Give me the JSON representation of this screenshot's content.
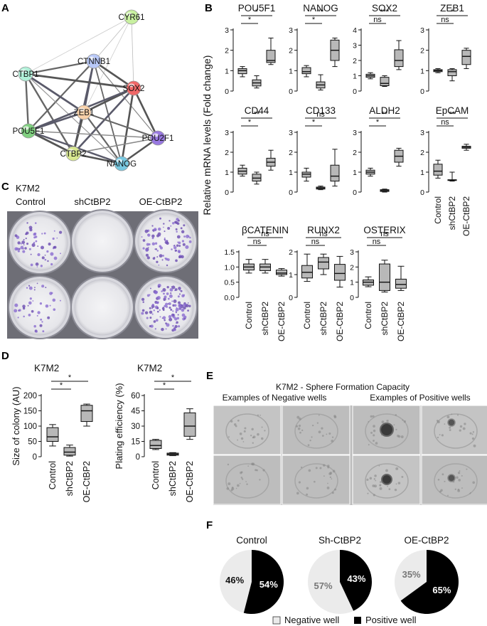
{
  "panel_letters": [
    "A",
    "B",
    "C",
    "D",
    "E",
    "F"
  ],
  "network": {
    "nodes": [
      {
        "label": "CYR61",
        "color": "#c8f0a0"
      },
      {
        "label": "CTNNB1",
        "color": "#b8c8f8"
      },
      {
        "label": "CTBP1",
        "color": "#b0f0d8"
      },
      {
        "label": "SOX2",
        "color": "#f06868"
      },
      {
        "label": "ZEB1",
        "color": "#f8d0a8"
      },
      {
        "label": "POU5F1",
        "color": "#80d080"
      },
      {
        "label": "POU2F1",
        "color": "#9878e0"
      },
      {
        "label": "CTBP2",
        "color": "#d8e890"
      },
      {
        "label": "NANOG",
        "color": "#78c8e0"
      }
    ]
  },
  "panel_b": {
    "ylabel": "Relative mRNA levels (Fold change)",
    "groups": [
      "Control",
      "shCtBP2",
      "OE-CtBP2"
    ],
    "genes": [
      {
        "name": "POU5F1",
        "yticks": [
          "0",
          "1",
          "2",
          "3"
        ],
        "ymax": 3,
        "sig": [
          "*",
          "*"
        ],
        "boxes": [
          [
            0.7,
            0.85,
            1.0,
            1.1,
            1.2
          ],
          [
            0.15,
            0.25,
            0.4,
            0.55,
            0.75
          ],
          [
            1.3,
            1.4,
            1.5,
            2.0,
            2.6
          ]
        ]
      },
      {
        "name": "NANOG",
        "yticks": [
          "0",
          "1",
          "2",
          "3"
        ],
        "ymax": 3,
        "sig": [
          "**",
          "*"
        ],
        "boxes": [
          [
            0.7,
            0.85,
            0.95,
            1.15,
            1.25
          ],
          [
            0.05,
            0.15,
            0.3,
            0.45,
            0.8
          ],
          [
            1.2,
            1.5,
            2.0,
            2.5,
            2.6
          ]
        ]
      },
      {
        "name": "SOX2",
        "yticks": [
          "0",
          "1",
          "2",
          "3",
          "4"
        ],
        "ymax": 4,
        "sig": [
          "***",
          "ns"
        ],
        "boxes": [
          [
            0.8,
            0.9,
            1.0,
            1.1,
            1.2
          ],
          [
            0.3,
            0.35,
            0.5,
            0.9,
            1.0
          ],
          [
            1.4,
            1.6,
            2.0,
            2.7,
            3.3
          ]
        ]
      },
      {
        "name": "ZEB1",
        "yticks": [
          "0",
          "1",
          "2",
          "3"
        ],
        "ymax": 3,
        "sig": [
          "*",
          "ns"
        ],
        "boxes": [
          [
            0.9,
            0.95,
            1.0,
            1.05,
            1.1
          ],
          [
            0.5,
            0.75,
            0.95,
            1.05,
            1.1
          ],
          [
            1.1,
            1.3,
            1.7,
            2.0,
            2.1
          ]
        ]
      },
      {
        "name": "CD44",
        "yticks": [
          "0",
          "1",
          "2",
          "3"
        ],
        "ymax": 3,
        "sig": [
          "**",
          "*"
        ],
        "boxes": [
          [
            0.8,
            0.9,
            1.05,
            1.2,
            1.35
          ],
          [
            0.4,
            0.55,
            0.7,
            0.9,
            1.0
          ],
          [
            1.1,
            1.3,
            1.5,
            1.7,
            2.1
          ]
        ]
      },
      {
        "name": "CD133",
        "yticks": [
          "0",
          "1",
          "2",
          "3"
        ],
        "ymax": 3,
        "sig": [
          "ns",
          "*"
        ],
        "boxes": [
          [
            0.55,
            0.75,
            0.9,
            1.0,
            1.2
          ],
          [
            0.12,
            0.15,
            0.2,
            0.25,
            0.3
          ],
          [
            0.3,
            0.55,
            0.8,
            1.35,
            2.15
          ]
        ]
      },
      {
        "name": "ALDH2",
        "yticks": [
          "0",
          "1",
          "2",
          "3"
        ],
        "ymax": 3,
        "sig": [
          "**",
          "*"
        ],
        "boxes": [
          [
            0.8,
            0.9,
            1.0,
            1.1,
            1.2
          ],
          [
            0.0,
            0.03,
            0.08,
            0.12,
            0.15
          ],
          [
            1.3,
            1.5,
            1.8,
            2.1,
            2.2
          ]
        ]
      },
      {
        "name": "EpCAM",
        "yticks": [
          "0",
          "1",
          "2",
          "3"
        ],
        "ymax": 3,
        "sig": [
          "**",
          "ns"
        ],
        "boxes": [
          [
            0.7,
            0.85,
            1.05,
            1.4,
            1.6
          ],
          [
            0.55,
            0.58,
            0.6,
            0.62,
            1.0
          ],
          [
            2.1,
            2.2,
            2.25,
            2.3,
            2.4
          ]
        ]
      },
      {
        "name": "βCATENIN",
        "yticks": [
          "0.0",
          "0.5",
          "1.0",
          "1.5"
        ],
        "ymax": 1.5,
        "sig": [
          "ns",
          "ns"
        ],
        "boxes": [
          [
            0.8,
            0.9,
            1.0,
            1.1,
            1.25
          ],
          [
            0.8,
            0.88,
            1.0,
            1.1,
            1.25
          ],
          [
            0.7,
            0.75,
            0.8,
            0.9,
            0.95
          ]
        ]
      },
      {
        "name": "RUNX2",
        "yticks": [
          "0",
          "1",
          "2"
        ],
        "ymax": 2,
        "sig": [
          "ns",
          "ns"
        ],
        "boxes": [
          [
            0.7,
            0.85,
            1.1,
            1.4,
            1.9
          ],
          [
            1.0,
            1.25,
            1.55,
            1.75,
            1.9
          ],
          [
            0.45,
            0.75,
            1.05,
            1.45,
            1.8
          ]
        ]
      },
      {
        "name": "OSTERIX",
        "yticks": [
          "0",
          "1",
          "2",
          "3"
        ],
        "ymax": 3,
        "sig": [
          "ns",
          "ns"
        ],
        "boxes": [
          [
            0.7,
            0.8,
            1.0,
            1.15,
            1.35
          ],
          [
            0.35,
            0.45,
            1.0,
            2.2,
            2.45
          ],
          [
            0.45,
            0.6,
            0.85,
            1.2,
            2.05
          ]
        ]
      }
    ]
  },
  "panel_c": {
    "header_line1": "K7M2",
    "columns": [
      "Control",
      "shCtBP2",
      "OE-CtBP2"
    ]
  },
  "panel_d": {
    "groups": [
      "Control",
      "shCtBP2",
      "OE-CtBP2"
    ],
    "charts": [
      {
        "title": "K7M2",
        "ylabel": "Size of colony (AU)",
        "yticks": [
          "0",
          "50",
          "100",
          "150",
          "200"
        ],
        "ymax": 200,
        "sig": [
          "*",
          "*"
        ],
        "boxes": [
          [
            35,
            50,
            65,
            95,
            105
          ],
          [
            2,
            5,
            15,
            30,
            38
          ],
          [
            100,
            115,
            150,
            168,
            172
          ]
        ]
      },
      {
        "title": "K7M2",
        "ylabel": "Plating efficiency (%)",
        "yticks": [
          "0",
          "15",
          "30",
          "45",
          "60"
        ],
        "ymax": 60,
        "sig": [
          "*",
          "*"
        ],
        "boxes": [
          [
            7,
            8,
            11,
            16,
            17
          ],
          [
            1,
            1.5,
            2.5,
            3.5,
            4
          ],
          [
            17,
            20,
            30,
            43,
            47
          ]
        ]
      }
    ]
  },
  "panel_e": {
    "title": "K7M2 - Sphere Formation Capacity",
    "subtitle_left": "Examples of Negative wells",
    "subtitle_right": "Examples of Positive wells"
  },
  "panel_f": {
    "pies": [
      {
        "title": "Control",
        "negative": 46,
        "positive": 54,
        "neg_label": "46%",
        "pos_label": "54%"
      },
      {
        "title": "Sh-CtBP2",
        "negative": 57,
        "positive": 43,
        "neg_label": "57%",
        "pos_label": "43%"
      },
      {
        "title": "OE-CtBP2",
        "negative": 35,
        "positive": 65,
        "neg_label": "35%",
        "pos_label": "65%"
      }
    ],
    "legend_negative": "Negative well",
    "legend_positive": "Positive well",
    "negative_color": "#ebebeb",
    "positive_color": "#000000"
  }
}
